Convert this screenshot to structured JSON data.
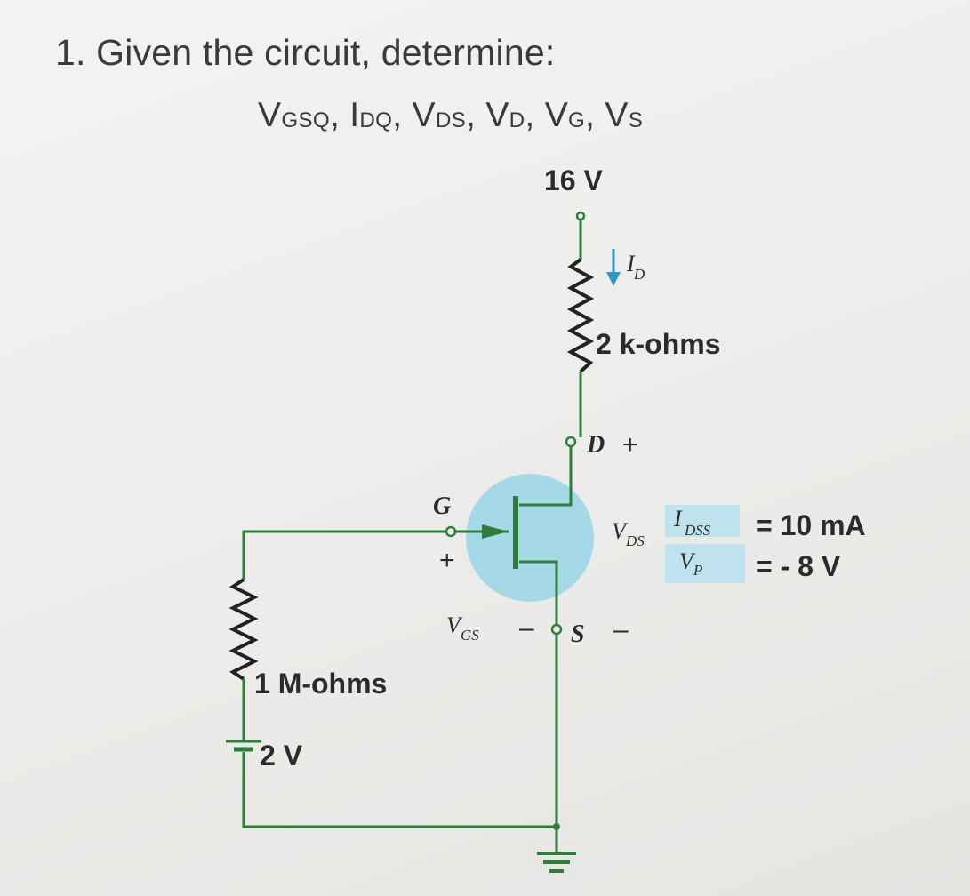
{
  "question": {
    "title": "1. Given the circuit, determine:",
    "unknowns": [
      {
        "main": "V",
        "sub": "GSQ"
      },
      {
        "main": "I",
        "sub": "DQ"
      },
      {
        "main": "V",
        "sub": "DS"
      },
      {
        "main": "V",
        "sub": "D"
      },
      {
        "main": "V",
        "sub": "G"
      },
      {
        "main": "V",
        "sub": "S"
      }
    ]
  },
  "circuit": {
    "supply_label": "16 V",
    "drain_current_label": "I",
    "drain_current_sub": "D",
    "drain_resistor_label": "2 k-ohms",
    "drain_terminal": "D",
    "drain_plus": "+",
    "gate_terminal": "G",
    "gate_plus": "+",
    "vds_label": "V",
    "vds_sub": "DS",
    "vgs_label": "V",
    "vgs_sub": "GS",
    "vgs_minus": "–",
    "source_terminal": "S",
    "source_minus": "–",
    "gate_resistor_label": "1 M-ohms",
    "gate_battery_label": "2 V"
  },
  "parameters": {
    "idss_label": "I",
    "idss_sub": "DSS",
    "idss_value": "= 10 mA",
    "vp_label": "V",
    "vp_sub": "P",
    "vp_value": "= - 8 V",
    "highlight_color": "#bfe3ee"
  },
  "colors": {
    "wire": "#2e7d3a",
    "resistor": "#222222",
    "transistor_halo": "#8fd3e6",
    "arrow": "#2b9cc4"
  }
}
